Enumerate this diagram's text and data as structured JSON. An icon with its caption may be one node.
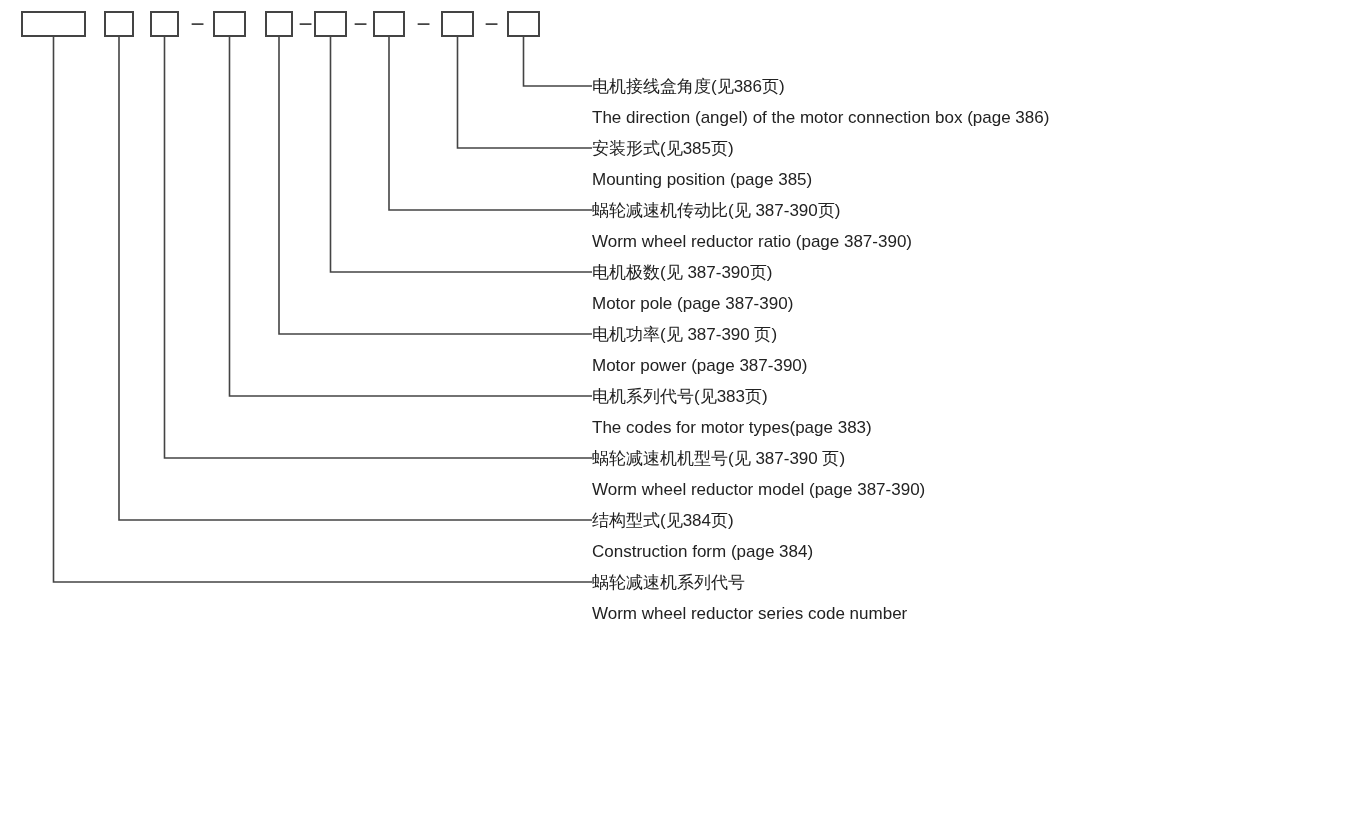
{
  "diagram": {
    "nodes": [
      {
        "text": [],
        "shape": "box"
      },
      {
        "text": [],
        "shape": "box"
      },
      {
        "text": [],
        "shape": "box"
      },
      {
        "text": [],
        "shape": "box"
      },
      {
        "text": [],
        "shape": "box"
      },
      {
        "text": [],
        "shape": "box"
      },
      {
        "text": [],
        "shape": "box"
      },
      {
        "text": [],
        "shape": "box"
      },
      {
        "text": [],
        "shape": "box"
      },
      {
        "text": [
          "电机接线盒角度(见386页)",
          "The direction (angel) of the motor connection box (page 386)"
        ]
      },
      {
        "text": [
          "安装形式(见385页)",
          "Mounting position (page 385)"
        ]
      },
      {
        "text": [
          "蜗轮减速机传动比(见 387-390页)",
          "Worm wheel reductor ratio (page 387-390)"
        ]
      },
      {
        "text": [
          "电机极数(见 387-390页)",
          "Motor pole (page 387-390)"
        ]
      },
      {
        "text": [
          "电机功率(见 387-390 页)",
          "Motor power (page 387-390)"
        ]
      },
      {
        "text": [
          "电机系列代号(见383页)",
          "The codes for motor types(page 383)"
        ]
      },
      {
        "text": [
          "蜗轮减速机机型号(见 387-390 页)",
          "Worm wheel reductor model (page 387-390)"
        ]
      },
      {
        "text": [
          "结构型式(见384页)",
          "Construction form (page 384)"
        ]
      },
      {
        "text": [
          "蜗轮减速机系列代号",
          "Worm wheel reductor series code number"
        ]
      }
    ],
    "edges": [
      {
        "from": 9,
        "to": 8,
        "arrow": "none"
      },
      {
        "from": 10,
        "to": 7,
        "arrow": "none"
      },
      {
        "from": 11,
        "to": 6,
        "arrow": "none"
      },
      {
        "from": 12,
        "to": 5,
        "arrow": "none"
      },
      {
        "from": 13,
        "to": 4,
        "arrow": "none"
      },
      {
        "from": 14,
        "to": 3,
        "arrow": "none"
      },
      {
        "from": 15,
        "to": 2,
        "arrow": "none"
      },
      {
        "from": 16,
        "to": 1,
        "arrow": "none"
      },
      {
        "from": 17,
        "to": 0,
        "arrow": "none"
      }
    ],
    "labels": [
      "-",
      "-",
      "-",
      "-",
      "-"
    ]
  }
}
